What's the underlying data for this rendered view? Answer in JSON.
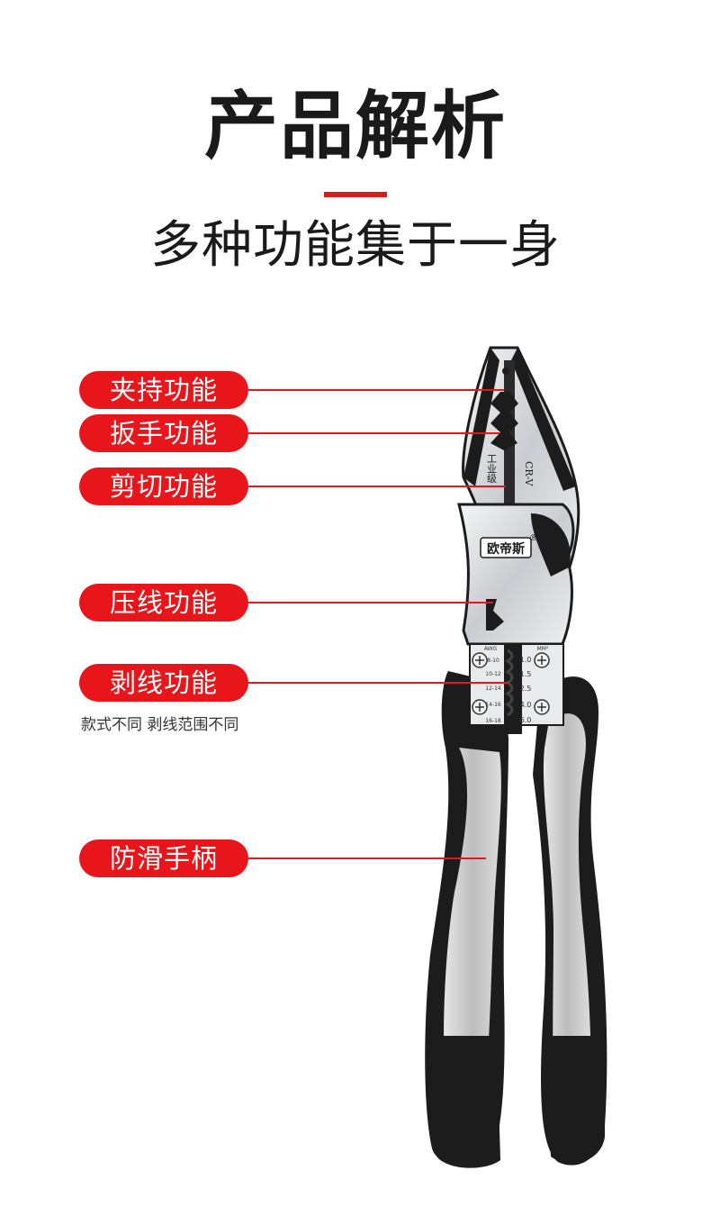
{
  "header": {
    "title": "产品解析",
    "subtitle": "多种功能集于一身"
  },
  "features": [
    {
      "label": "夹持功能"
    },
    {
      "label": "扳手功能"
    },
    {
      "label": "剪切功能"
    },
    {
      "label": "压线功能"
    },
    {
      "label": "剥线功能"
    },
    {
      "label": "防滑手柄"
    }
  ],
  "note": "款式不同 剥线范围不同",
  "tool": {
    "brand": "欧帝斯",
    "registered_mark": "®",
    "grade": "工业级",
    "material": "CR-V",
    "awg_header": "AWG",
    "mm_header": "MM²",
    "awg_values": [
      "8-10",
      "10-12",
      "12-14",
      "14-16",
      "16-18"
    ],
    "mm_values": [
      "1.0",
      "1.5",
      "2.5",
      "4.0",
      "6.0"
    ]
  },
  "colors": {
    "accent": "#e8161b",
    "handle_light": "#c9c9c9",
    "handle_dark": "#1c1c1c",
    "steel": "#e4e6e8"
  }
}
